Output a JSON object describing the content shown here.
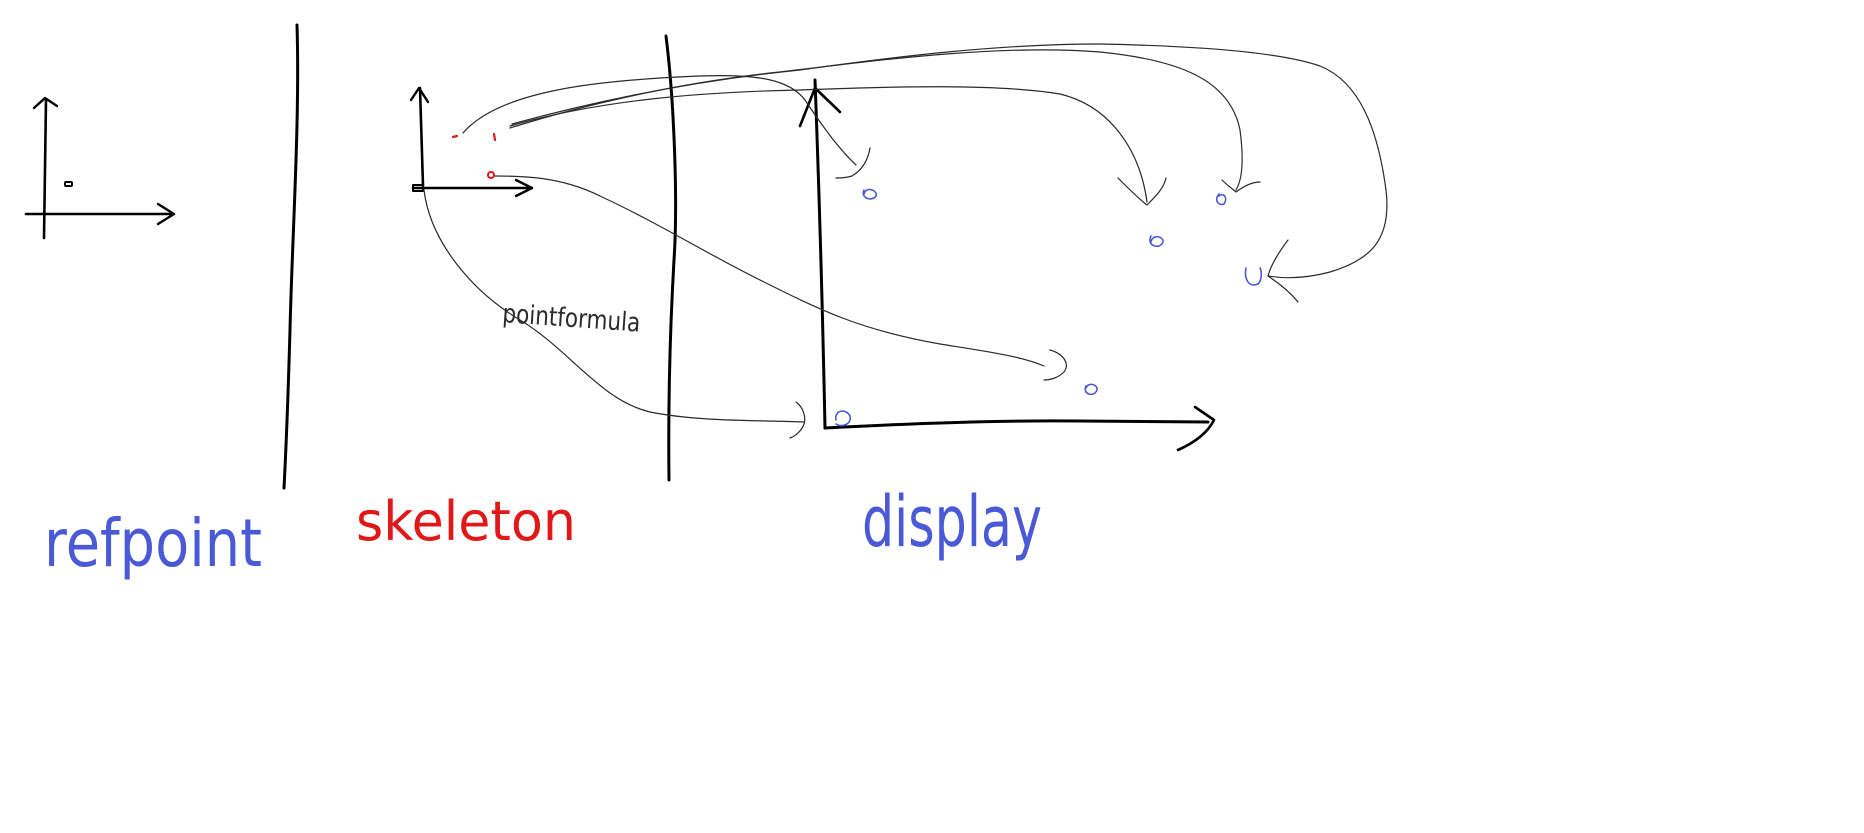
{
  "sections": {
    "refpoint": {
      "label": "refpoint",
      "color": "#4a5ad6"
    },
    "skeleton": {
      "label": "skeleton",
      "color": "#e01818"
    },
    "display": {
      "label": "display",
      "color": "#4a5ad6"
    }
  },
  "annotation": {
    "formula": "pointformula"
  },
  "colors": {
    "ink": "#000000",
    "skeleton_points": "#e01818",
    "display_points": "#4a5ad6"
  }
}
